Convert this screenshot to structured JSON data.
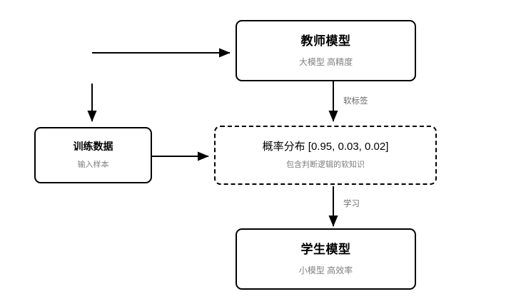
{
  "diagram": {
    "title_hidden": "",
    "background": "#ffffff",
    "stroke_color": "#000000",
    "subtitle_color": "#808080",
    "label_color": "#6b6b6b",
    "nodes": [
      {
        "id": "teacher-model",
        "title": "教师模型",
        "subtitle": "大模型 高精度",
        "style": "solid"
      },
      {
        "id": "training-data",
        "title": "训练数据",
        "subtitle": "输入样本",
        "style": "solid"
      },
      {
        "id": "probability-distribution",
        "title": "概率分布 [0.95, 0.03, 0.02]",
        "subtitle": "包含判断逻辑的软知识",
        "style": "dashed"
      },
      {
        "id": "student-model",
        "title": "学生模型",
        "subtitle": "小模型 高效率",
        "style": "solid"
      }
    ],
    "edge_labels": {
      "soft_label": "软标签",
      "learn": "学习"
    }
  }
}
